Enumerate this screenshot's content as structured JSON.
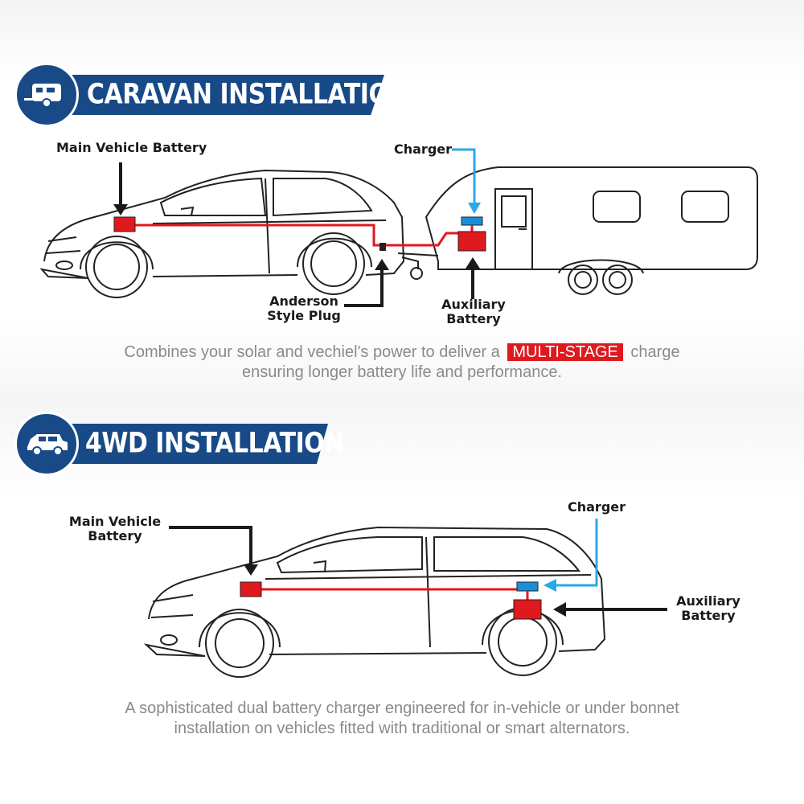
{
  "caravan": {
    "title": "CARAVAN INSTALLATION",
    "labels": {
      "main_battery": "Main Vehicle Battery",
      "charger": "Charger",
      "anderson_line1": "Anderson",
      "anderson_line2": "Style Plug",
      "aux_line1": "Auxiliary",
      "aux_line2": "Battery"
    },
    "caption": {
      "before": "Combines your solar and vechiel's power to deliver a",
      "highlight": "MULTI-STAGE",
      "after": "charge",
      "line2": "ensuring longer battery life and performance."
    }
  },
  "fourwd": {
    "title": "4WD INSTALLATION",
    "labels": {
      "main_line1": "Main Vehicle",
      "main_line2": "Battery",
      "charger": "Charger",
      "aux_line1": "Auxiliary",
      "aux_line2": "Battery"
    },
    "caption": {
      "line1": "A sophisticated dual battery charger engineered for in-vehicle or under bonnet",
      "line2": "installation on vehicles fitted with traditional or smart alternators."
    }
  },
  "colors": {
    "banner": "#174a87",
    "battery": "#e0191f",
    "wire": "#e0191f",
    "charger": "#1a8fd8",
    "charger_arrow": "#29a9e8",
    "arrow": "#1a1a1a",
    "highlight": "#e0191f"
  },
  "icons": [
    "caravan-icon",
    "suv-icon"
  ]
}
